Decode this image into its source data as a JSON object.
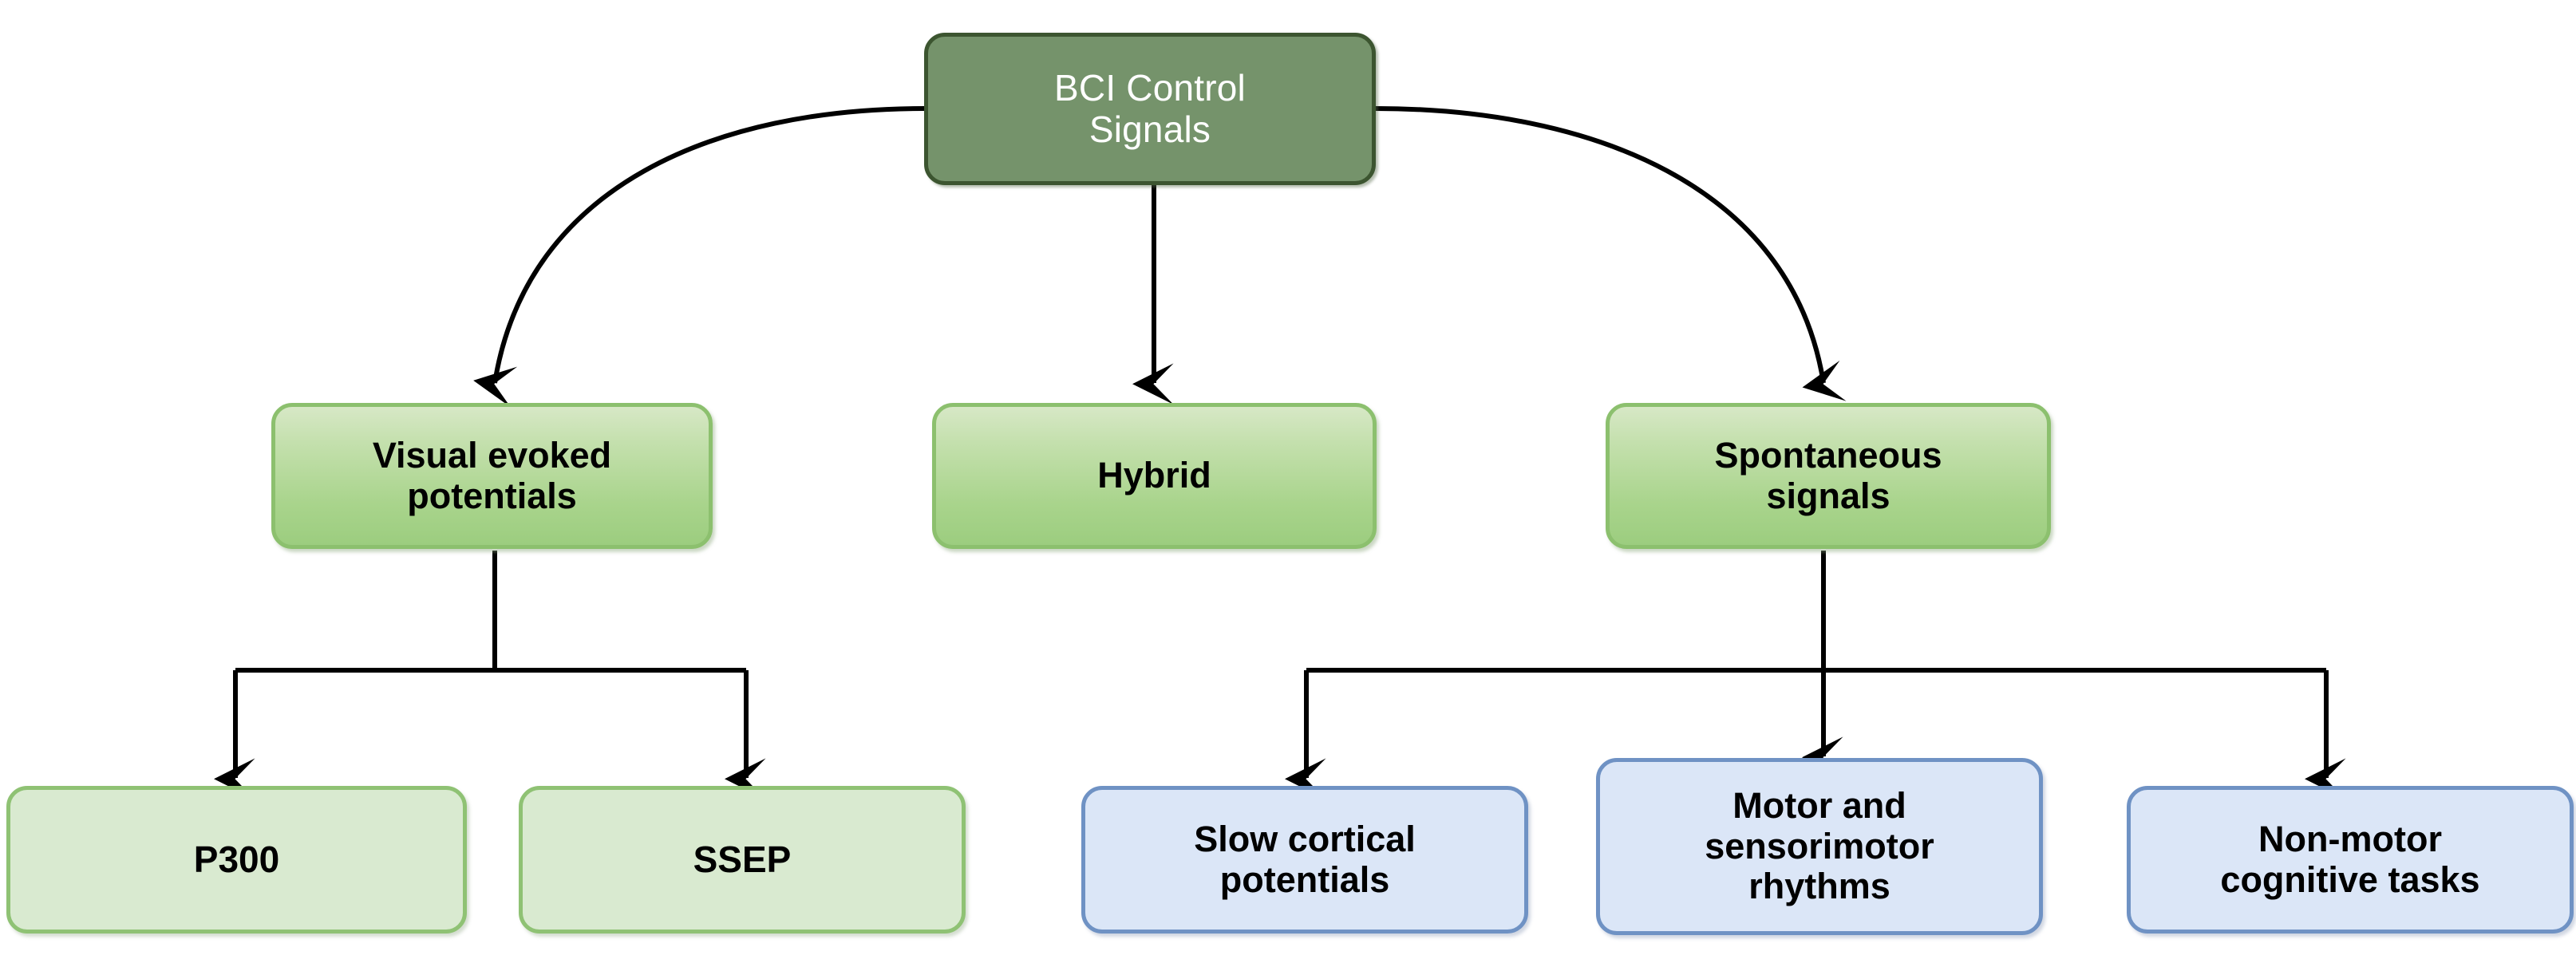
{
  "diagram": {
    "title": "BCI Control Signals taxonomy",
    "background_color": "#ffffff",
    "edge_color": "#000000",
    "palette": {
      "root_fill": "#75936b",
      "root_border": "#3c5530",
      "root_text": "#ffffff",
      "green_fill_top": "#d7e8c6",
      "green_fill_bottom": "#9ccd7f",
      "green_border": "#8cc06e",
      "pale_green_fill": "#d9ead0",
      "pale_green_border": "#8fc274",
      "blue_fill": "#dbe6f7",
      "blue_border": "#6f92c4",
      "node_text": "#000000"
    },
    "nodes": {
      "root": {
        "label": "BCI Control\nSignals"
      },
      "visual_evoked": {
        "label": "Visual evoked\npotentials"
      },
      "hybrid": {
        "label": "Hybrid"
      },
      "spontaneous": {
        "label": "Spontaneous\nsignals"
      },
      "p300": {
        "label": "P300"
      },
      "ssep": {
        "label": "SSEP"
      },
      "slow_cortical": {
        "label": "Slow cortical\npotentials"
      },
      "motor_rhythms": {
        "label": "Motor and\nsensorimotor\nrhythms"
      },
      "non_motor": {
        "label": "Non-motor\ncognitive tasks"
      }
    },
    "edges": [
      {
        "from": "root",
        "to": "visual_evoked",
        "style": "curved-arrow"
      },
      {
        "from": "root",
        "to": "hybrid",
        "style": "straight-arrow"
      },
      {
        "from": "root",
        "to": "spontaneous",
        "style": "curved-arrow"
      },
      {
        "from": "visual_evoked",
        "to": "p300",
        "style": "elbow-arrow"
      },
      {
        "from": "visual_evoked",
        "to": "ssep",
        "style": "elbow-arrow"
      },
      {
        "from": "spontaneous",
        "to": "slow_cortical",
        "style": "elbow-arrow"
      },
      {
        "from": "spontaneous",
        "to": "motor_rhythms",
        "style": "straight-arrow"
      },
      {
        "from": "spontaneous",
        "to": "non_motor",
        "style": "elbow-arrow"
      }
    ]
  }
}
